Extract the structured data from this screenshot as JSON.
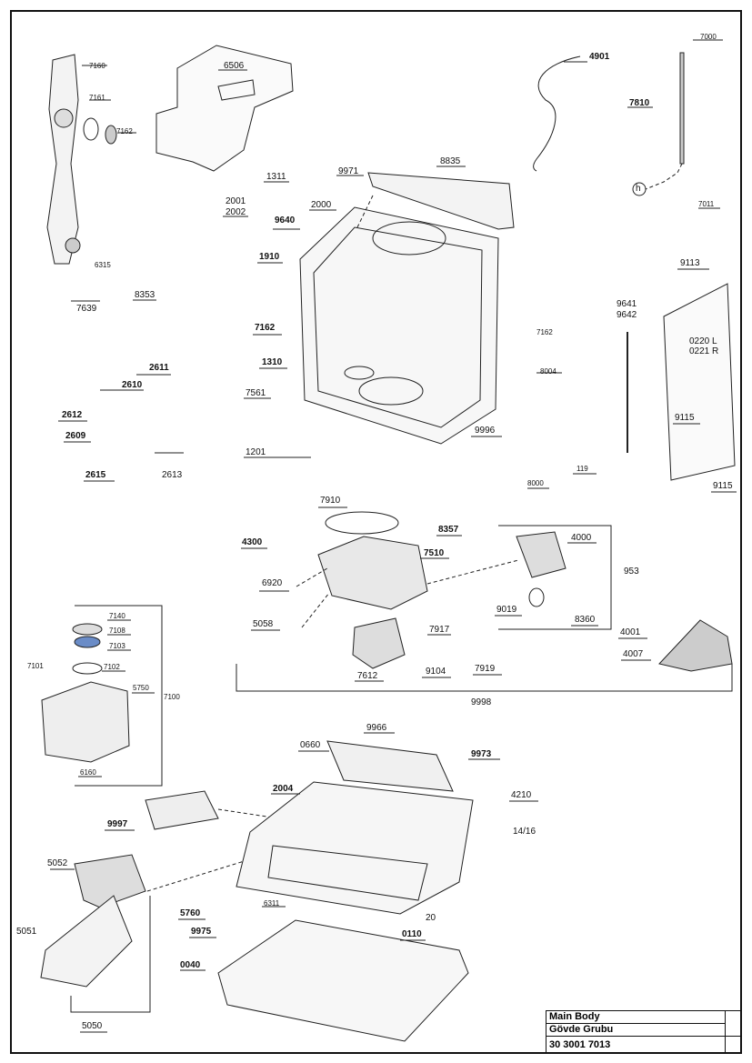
{
  "title_block": {
    "title_en": "Main Body",
    "title_tr": "Gövde Grubu",
    "part_number": "30 3001 7013"
  },
  "labels": {
    "l7160": "7160",
    "l7161": "7161",
    "l7162a": "7162",
    "l6315": "6315",
    "l6506": "6506",
    "l1311": "1311",
    "l9971": "9971",
    "l8835": "8835",
    "l4901": "4901",
    "l7000": "7000",
    "l7810": "7810",
    "l7011": "7011",
    "lh": "h",
    "l2001": "2001",
    "l2002": "2002",
    "l2000": "2000",
    "l9640": "9640",
    "l1910": "1910",
    "l7639": "7639",
    "l8353": "8353",
    "l7162b": "7162",
    "l1310": "1310",
    "l2611": "2611",
    "l2610": "2610",
    "l2612": "2612",
    "l7561": "7561",
    "l2609": "2609",
    "l2615": "2615",
    "l2613": "2613",
    "l1201": "1201",
    "l9113": "9113",
    "l9641": "9641",
    "l9642": "9642",
    "l7162c": "7162",
    "l0220": "0220 L",
    "l0221": "0221 R",
    "l8004": "8004",
    "l9996": "9996",
    "l9115a": "9115",
    "l119": "119",
    "l8000": "8000",
    "l9115b": "9115",
    "l7910": "7910",
    "l8357": "8357",
    "l4300": "4300",
    "l7510": "7510",
    "l4000": "4000",
    "l953": "953",
    "l6920": "6920",
    "l9019": "9019",
    "l8360": "8360",
    "l5058": "5058",
    "l7917": "7917",
    "l4001": "4001",
    "l4007": "4007",
    "l7612": "7612",
    "l9104": "9104",
    "l7919": "7919",
    "l9998": "9998",
    "l7140": "7140",
    "l7108": "7108",
    "l7103": "7103",
    "l7101": "7101",
    "l7102": "7102",
    "l5750": "5750",
    "l7100": "7100",
    "l6160": "6160",
    "l9966": "9966",
    "l0660": "0660",
    "l9973": "9973",
    "l2004": "2004",
    "l4210": "4210",
    "l9997": "9997",
    "l1416": "14/16",
    "l5052": "5052",
    "l6311": "6311",
    "l5760": "5760",
    "l20": "20",
    "l9975": "9975",
    "l0110": "0110",
    "l5051": "5051",
    "l0040": "0040",
    "l5050": "5050"
  }
}
